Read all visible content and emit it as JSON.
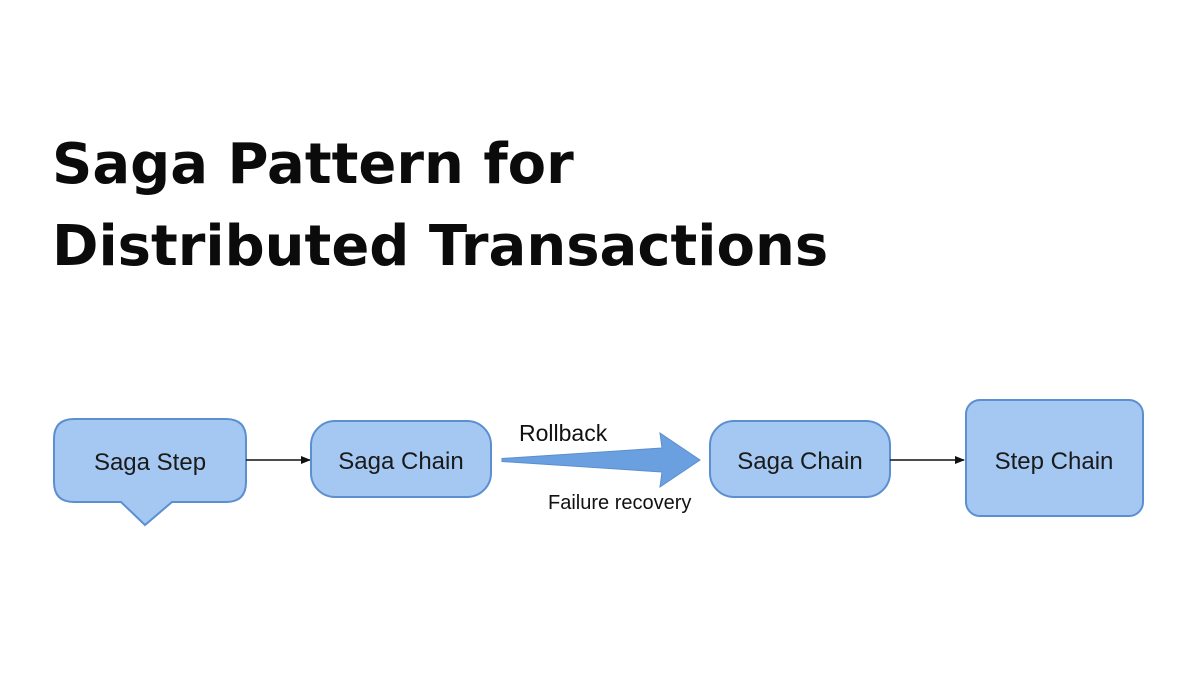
{
  "title": {
    "line1": "Saga Pattern for",
    "line2": "Distributed Transactions"
  },
  "diagram": {
    "nodes": [
      {
        "id": "n1",
        "label": "Saga Step"
      },
      {
        "id": "n2",
        "label": "Saga Chain"
      },
      {
        "id": "n3",
        "label": "Saga Chain"
      },
      {
        "id": "n4",
        "label": "Step Chain"
      }
    ],
    "edges": {
      "rollback_label": "Rollback",
      "recovery_label": "Failure recovery"
    },
    "colors": {
      "node_fill": "#a4c8f2",
      "node_stroke": "#5b8fd0",
      "arrow_fill": "#6a9fe0",
      "connector": "#111111"
    }
  }
}
